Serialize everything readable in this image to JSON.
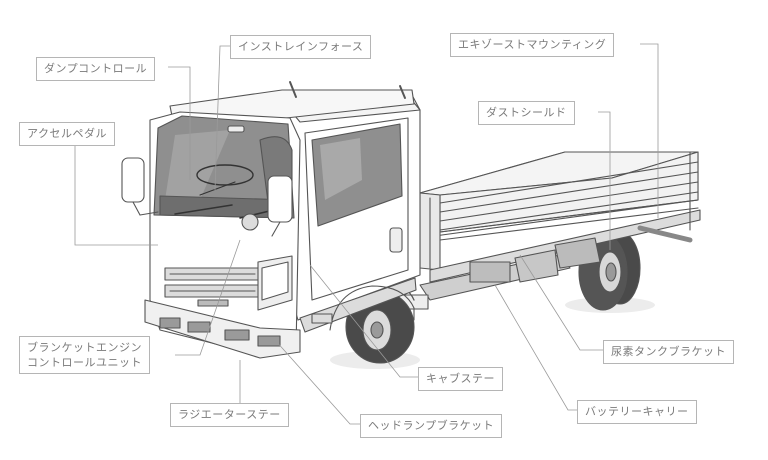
{
  "labels": {
    "dump_control": "ダンプコントロール",
    "instrain_force": "インストレインフォース",
    "exhaust_mounting": "エキゾーストマウンティング",
    "dust_shield": "ダストシールド",
    "accel_pedal": "アクセルペダル",
    "blanket_engine_line1": "ブランケットエンジン",
    "blanket_engine_line2": "コントロールユニット",
    "urea_tank_bracket": "尿素タンクブラケット",
    "cab_stay": "キャブステー",
    "battery_carrier": "バッテリーキャリー",
    "radiator_stay": "ラジエーターステー",
    "headlamp_bracket": "ヘッドランプブラケット"
  },
  "colors": {
    "line": "#555555",
    "leader": "#9a9a9a",
    "label_border": "#b5b5b5",
    "label_text": "#7a7a7a",
    "glass": "#8f8f8f",
    "tire": "#4a4a4a",
    "body": "#ffffff",
    "panel": "#eeeeee"
  }
}
